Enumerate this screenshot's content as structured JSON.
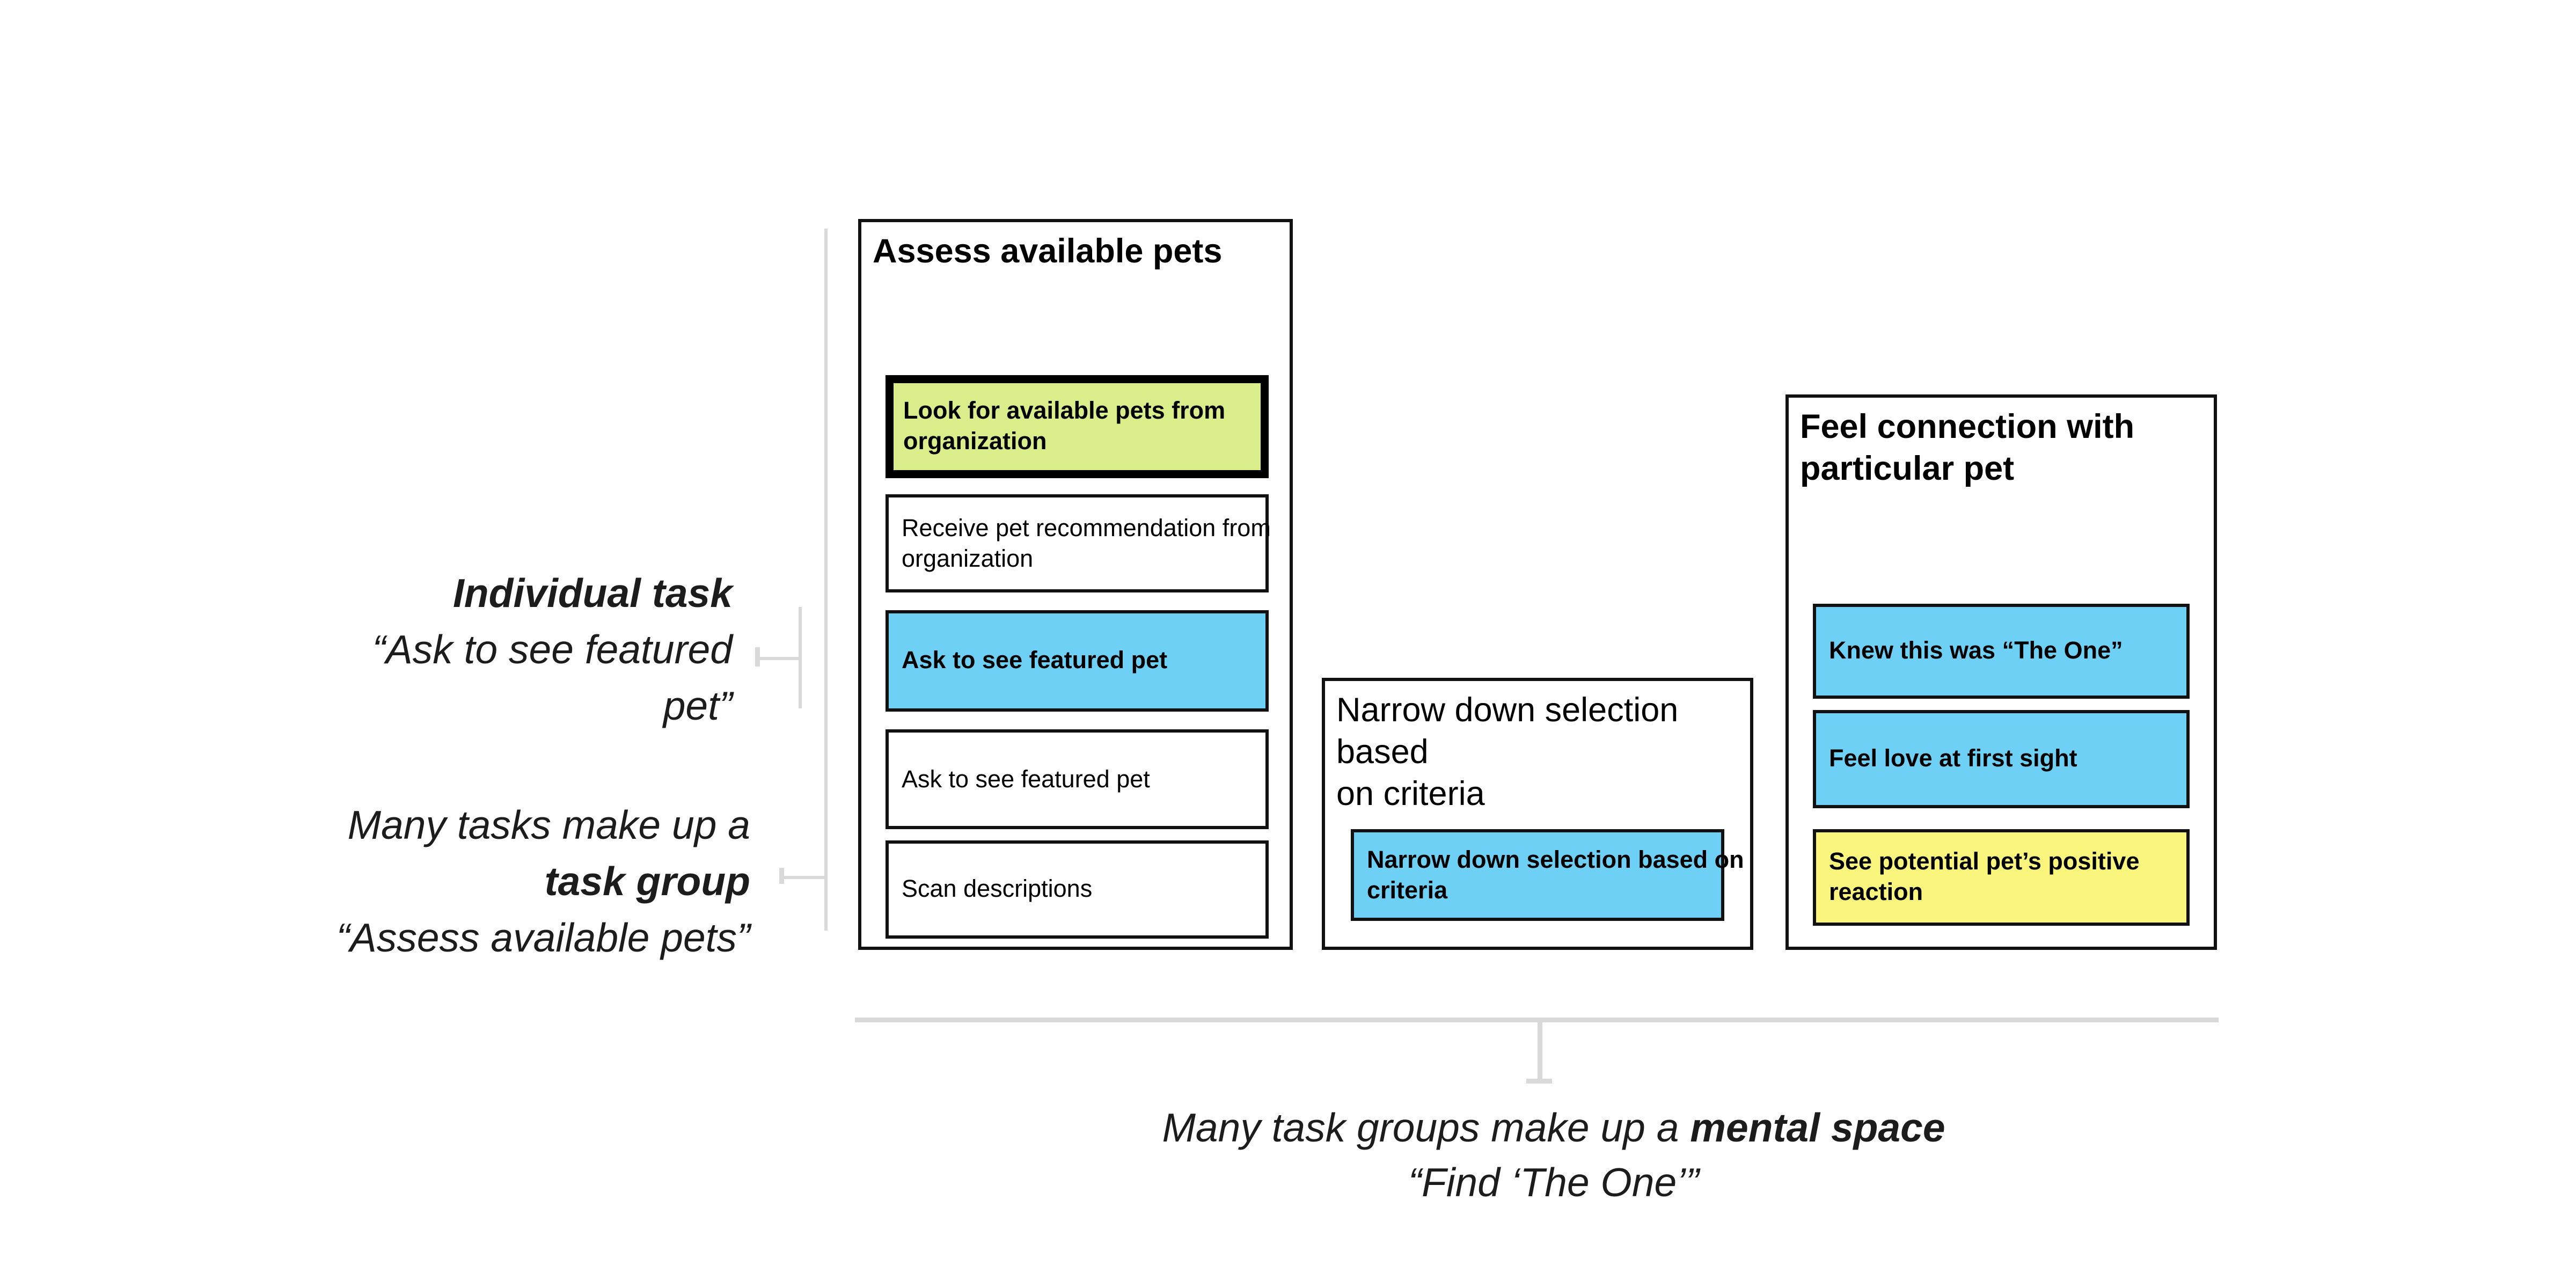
{
  "colors": {
    "card_green": "#d9ee8b",
    "card_blue": "#6fd0f5",
    "card_yellow": "#f9f57d",
    "card_border": "#111111",
    "highlight_border": "#000000",
    "guide_gray": "#d9d9d9",
    "background": "#ffffff"
  },
  "annotations": {
    "individual_task": {
      "line1": "Individual task",
      "line2": "“Ask to see featured",
      "line3": "pet”"
    },
    "task_group": {
      "line1": "Many tasks make up a",
      "line2": "task group",
      "line3": "“Assess available pets”"
    },
    "mental_space": {
      "line1_prefix": "Many task groups make up a ",
      "line1_bold": "mental space",
      "line2": "“Find ‘The One’”"
    }
  },
  "groups": [
    {
      "title_lines": [
        "Assess available pets"
      ],
      "cards": [
        {
          "lines": [
            "Look for available pets from",
            "organization"
          ],
          "color": "green",
          "emphasis": "bold",
          "highlighted": true
        },
        {
          "lines": [
            "Receive pet recommendation from",
            "organization"
          ],
          "color": "white",
          "emphasis": "regular",
          "highlighted": false
        },
        {
          "lines": [
            "Ask to see featured pet"
          ],
          "color": "blue",
          "emphasis": "bold",
          "highlighted": false
        },
        {
          "lines": [
            "Ask to see featured pet"
          ],
          "color": "white",
          "emphasis": "regular",
          "highlighted": false
        },
        {
          "lines": [
            "Scan descriptions"
          ],
          "color": "white",
          "emphasis": "regular",
          "highlighted": false
        }
      ]
    },
    {
      "title_lines": [
        "Narrow down selection based",
        "on criteria"
      ],
      "cards": [
        {
          "lines": [
            "Narrow down selection based on",
            "criteria"
          ],
          "color": "blue",
          "emphasis": "bold",
          "highlighted": false
        }
      ]
    },
    {
      "title_lines": [
        "Feel connection with",
        "particular pet"
      ],
      "cards": [
        {
          "lines": [
            "Knew this was “The One”"
          ],
          "color": "blue",
          "emphasis": "bold",
          "highlighted": false
        },
        {
          "lines": [
            "Feel love at first sight"
          ],
          "color": "blue",
          "emphasis": "bold",
          "highlighted": false
        },
        {
          "lines": [
            "See potential pet’s positive",
            "reaction"
          ],
          "color": "yellow",
          "emphasis": "bold",
          "highlighted": false
        }
      ]
    }
  ]
}
